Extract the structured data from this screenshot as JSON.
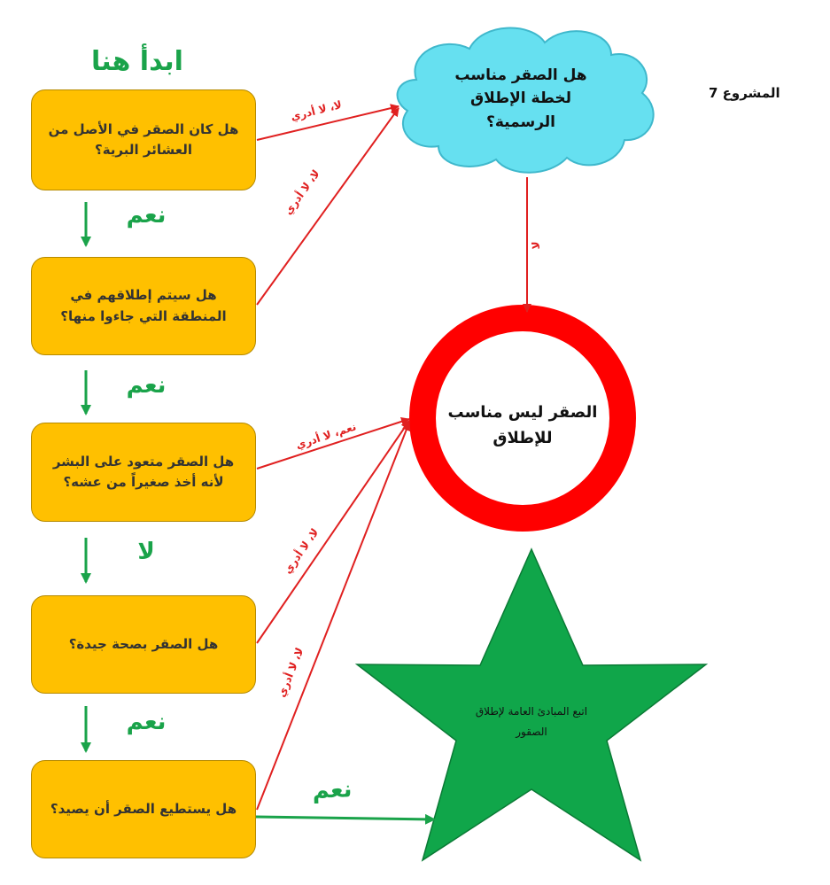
{
  "project_label": "المشروع 7",
  "start_label": "ابدأ هنا",
  "questions": [
    "هل كان الصقر في الأصل من العشائر البرية؟",
    "هل سيتم إطلاقهم في المنطقة التي جاءوا منها؟",
    "هل الصقر متعود على البشر لأنه أخذ صغيراً من عشه؟",
    "هل الصقر بصحة جيدة؟",
    "هل يستطيع الصقر أن يصيد؟"
  ],
  "flow_answers": [
    "نعم",
    "نعم",
    "لا",
    "نعم"
  ],
  "final_yes": "نعم",
  "cloud_text": "هل الصقر مناسب لخطة الإطلاق الرسمية؟",
  "ring_text": "الصقر ليس مناسب للإطلاق",
  "star_text": "اتبع المبادئ العامة لإطلاق الصقور",
  "edge_labels": {
    "q1_to_cloud": "لا، لا أدري",
    "q2_to_cloud": "لا، لا أدري",
    "cloud_to_ring": "لا",
    "q3_to_ring": "نعم، لا أدري",
    "q4_to_ring": "لا، لا أدري",
    "q5_to_ring": "لا، لا أدري"
  },
  "colors": {
    "box_fill": "#ffc000",
    "flow_green": "#1aa34a",
    "edge_red": "#e02020",
    "cloud_fill": "#66e0f0",
    "ring_red": "#ff0000",
    "star_green": "#10a64a"
  }
}
